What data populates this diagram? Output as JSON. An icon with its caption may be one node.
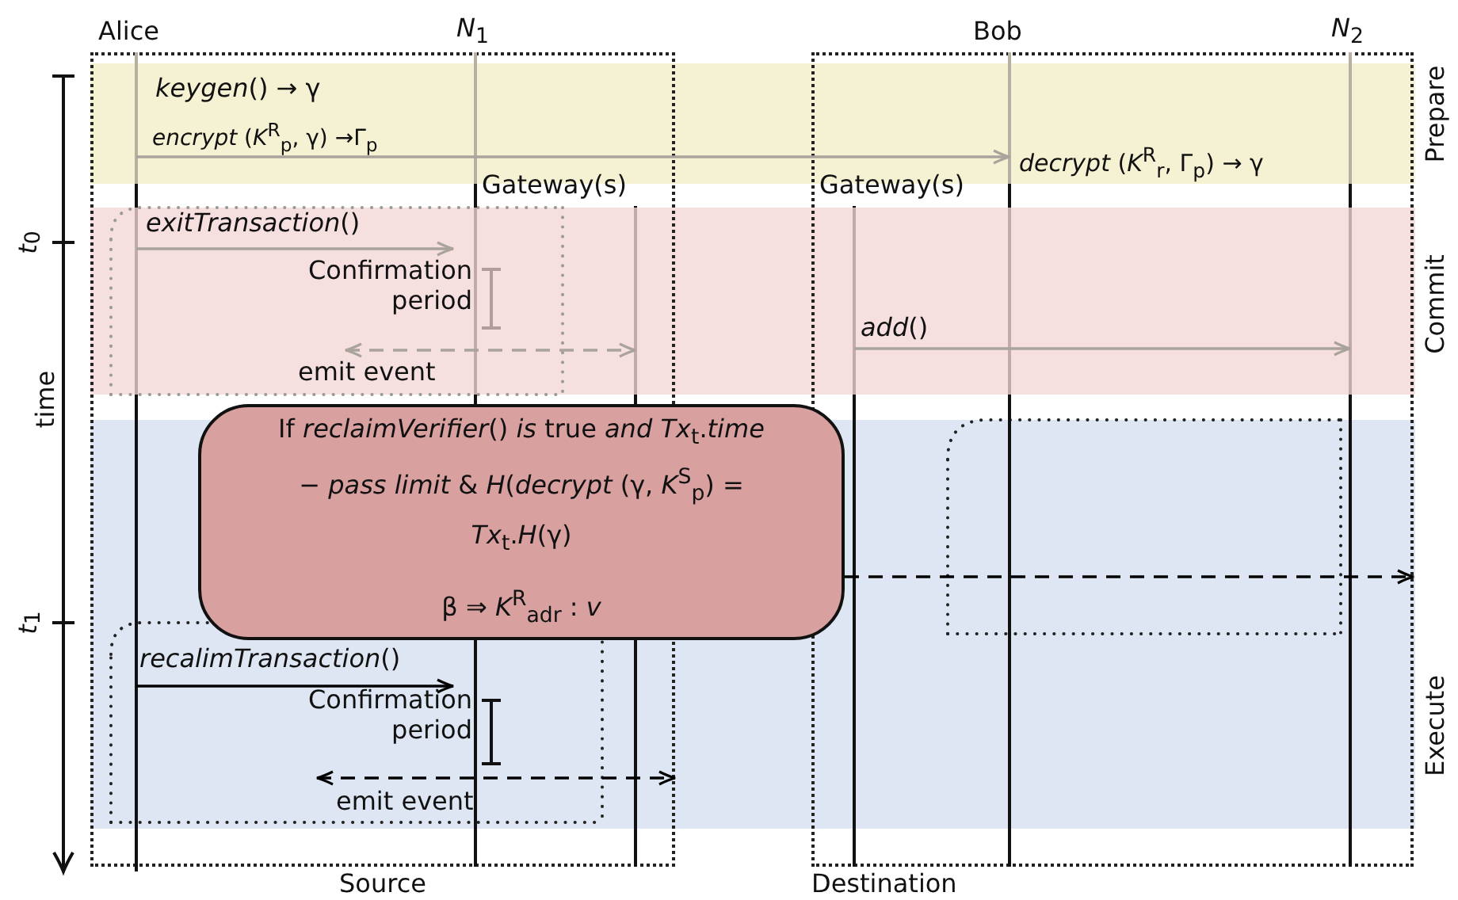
{
  "diagram": {
    "nodes": [
      {
        "text": [
          "Source"
        ]
      },
      {
        "text": [
          "Destination"
        ]
      },
      {
        "text": [
          "Alice"
        ],
        "in": 0
      },
      {
        "text": [
          "*N*$_{1}$"
        ],
        "in": 0
      },
      {
        "text": [
          "Gateway(s)"
        ],
        "in": 0
      },
      {
        "text": [
          "Bob"
        ],
        "in": 1
      },
      {
        "text": [
          "*N*$_{2}$"
        ],
        "in": 1
      },
      {
        "text": [
          "Gateway(s)"
        ],
        "in": 1
      },
      {
        "text": [
          "If *reclaimVerifier*() *is* true *and* *Tx*$_{t}$.*time* − *pass limit* & *H*(*decrypt* (γ, *K*$^{S}$$_{p}$) = *Tx*$_{t}$.*H*(γ)",
          "β ⇒ *K*$^{R}$$_{adr}$ : *v*"
        ]
      }
    ],
    "edges": [
      {
        "from": 2,
        "to": 5,
        "arrow": "to"
      },
      {
        "from": 2,
        "to": 3,
        "arrow": "to",
        "label": "*exitTransaction*()"
      },
      {
        "from": null,
        "to": 4,
        "arrow": "both",
        "style": "dashed",
        "label": "emit event"
      },
      {
        "from": 7,
        "to": 6,
        "arrow": "to",
        "label": "*add*()"
      },
      {
        "from": 2,
        "to": 3,
        "arrow": "to",
        "color": "#000000",
        "label": "*recalimTransaction*()"
      },
      {
        "from": null,
        "to": 0,
        "arrow": "both",
        "style": "dashed",
        "color": "#000000",
        "label": "emit event"
      },
      {
        "from": 8,
        "to": 1,
        "arrow": "to",
        "style": "dashed",
        "color": "#000000"
      }
    ],
    "labels": [
      "*keygen*() → γ",
      "*encrypt* (*K*$^{R}$$_{p}$, γ) →Γ$_{p}$",
      "*decrypt* (*K*$^{R}$$_{r}$, Γ$_{p}$) → γ",
      "Prepare",
      "*t*$_{0}$",
      "Commit",
      "time",
      "*t*$_{1}$",
      "Execute",
      "Confirmation period",
      "Confirmation period"
    ]
  }
}
